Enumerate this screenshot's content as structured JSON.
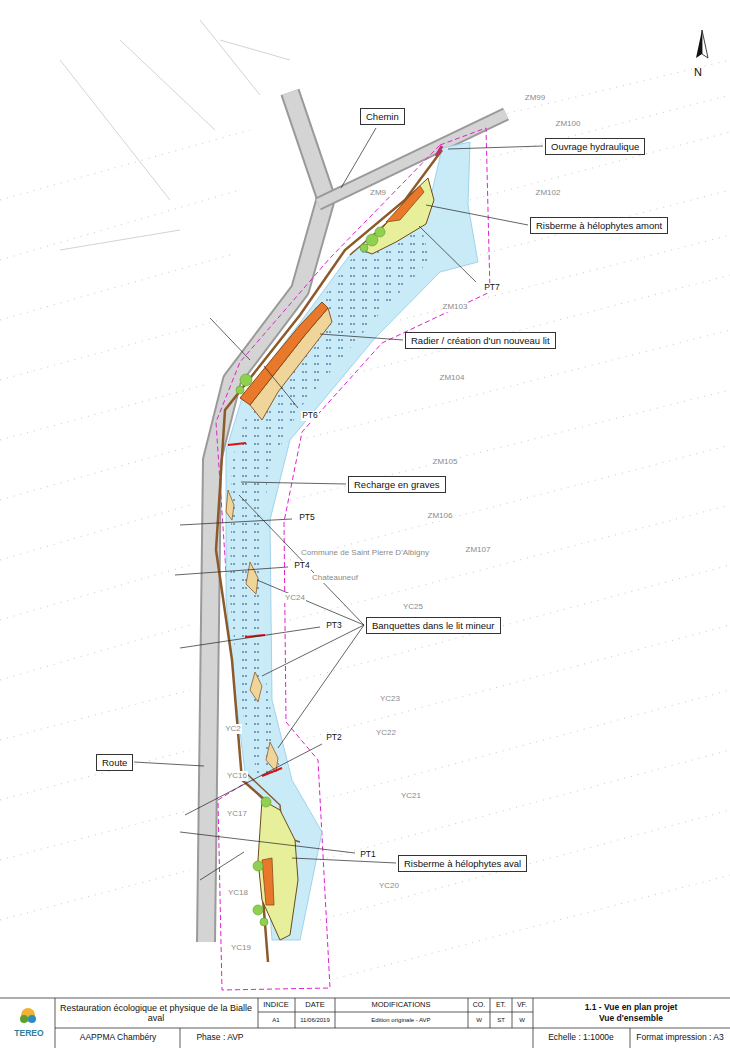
{
  "diagram": {
    "nodes": [
      {
        "text": [
          "Chemin"
        ]
      },
      {
        "text": [
          "Ouvrage hydraulique"
        ]
      },
      {
        "text": [
          "Risberme à hélophytes amont"
        ]
      },
      {
        "text": [
          "Radier / création d'un nouveau lit"
        ]
      },
      {
        "text": [
          "Recharge en graves"
        ]
      },
      {
        "text": [
          "Banquettes dans le lit mineur"
        ]
      },
      {
        "text": [
          "Route"
        ]
      },
      {
        "text": [
          "Risberme à hélophytes aval"
        ]
      }
    ],
    "labels": [
      "ZM99",
      "ZM100",
      "ZM102",
      "ZM9",
      "ZM103",
      "ZM104",
      "ZM105",
      "ZM106",
      "ZM107",
      "Commune de Saint Pierre D'Albigny",
      "Chateauneuf",
      "YC24",
      "YC25",
      "YC23",
      "YC22",
      "YC21",
      "YC20",
      "YC19",
      "YC18",
      "YC17",
      "YC16",
      "YC2",
      "PT7",
      "PT6",
      "PT5",
      "PT4",
      "PT3",
      "PT2",
      "PT1",
      "N",
      "TEREO",
      "Restauration écologique et physique de la Bialle aval",
      "INDICE",
      "DATE",
      "MODIFICATIONS",
      "CO.",
      "ET.",
      "VF.",
      "A1",
      "11/06/2019",
      "Edition originale - AVP",
      "W",
      "ST",
      "W",
      "1.1 - Vue en plan projet",
      "Vue d'ensemble",
      "AAPPMA Chambéry",
      "Phase : AVP",
      "Echelle : 1:1000e",
      "Format impression : A3"
    ]
  }
}
